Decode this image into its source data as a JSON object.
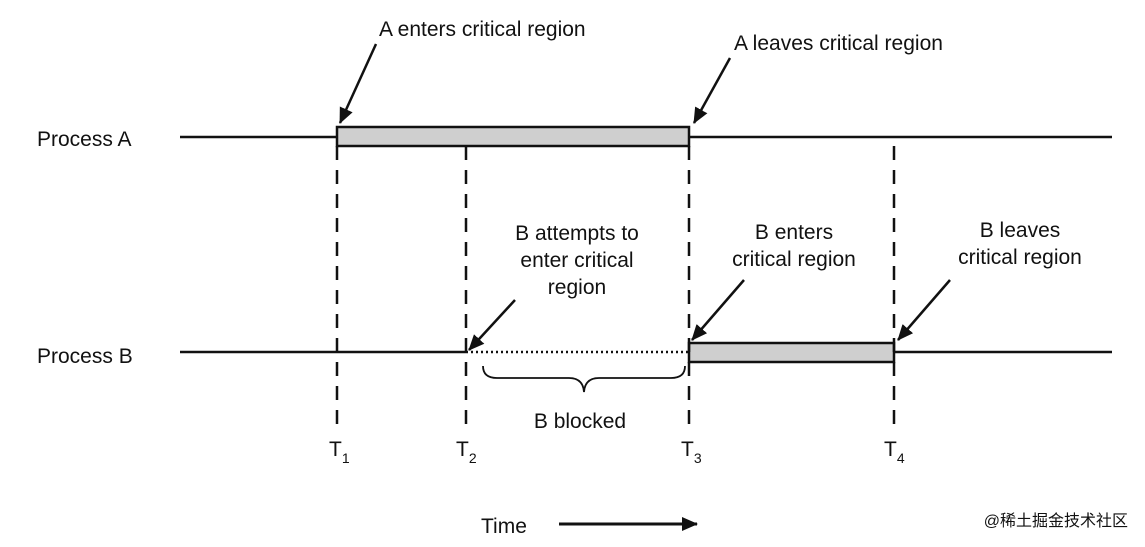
{
  "process_a": {
    "label": "Process A"
  },
  "process_b": {
    "label": "Process B"
  },
  "annotations": {
    "a_enters": "A enters critical region",
    "a_leaves": "A leaves critical region",
    "b_attempts": [
      "B attempts to",
      "enter critical",
      "region"
    ],
    "b_enters": [
      "B enters",
      "critical region"
    ],
    "b_leaves": [
      "B leaves",
      "critical region"
    ],
    "b_blocked": "B blocked"
  },
  "time_marks": [
    {
      "letter": "T",
      "sub": "1"
    },
    {
      "letter": "T",
      "sub": "2"
    },
    {
      "letter": "T",
      "sub": "3"
    },
    {
      "letter": "T",
      "sub": "4"
    }
  ],
  "time_axis": {
    "label": "Time"
  },
  "watermark": "@稀土掘金技术社区",
  "colors": {
    "line": "#111111",
    "region_fill": "#cfcfcf",
    "watermark": "#9a9a9a"
  }
}
